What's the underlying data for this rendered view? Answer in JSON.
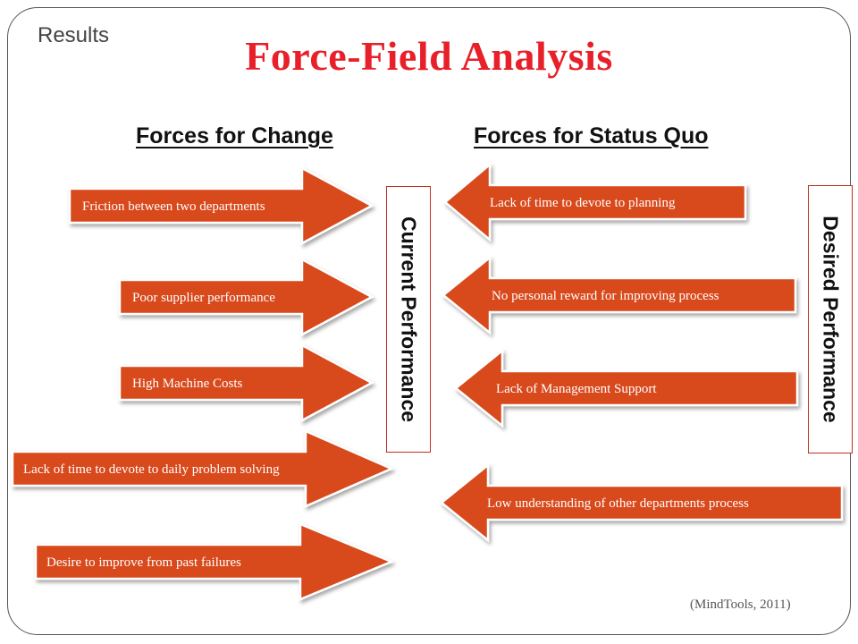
{
  "header": {
    "section_label": "Results",
    "title": "Force-Field Analysis"
  },
  "columns": {
    "change_heading": "Forces for Change",
    "status_quo_heading": "Forces for Status Quo"
  },
  "forces_for_change": [
    "Friction between two departments",
    "Poor supplier performance",
    "High Machine Costs",
    "Lack of time to devote to daily problem solving",
    "Desire to improve from past failures"
  ],
  "forces_for_status_quo": [
    "Lack of time to devote to planning",
    "No personal reward for improving process",
    "Lack of Management Support",
    "Low understanding of other departments process"
  ],
  "labels": {
    "current": "Current Performance",
    "desired": "Desired Performance"
  },
  "citation": "(MindTools, 2011)",
  "colors": {
    "arrow_fill": "#d8481d",
    "arrow_text": "#ffffff",
    "title": "#e8202a"
  }
}
